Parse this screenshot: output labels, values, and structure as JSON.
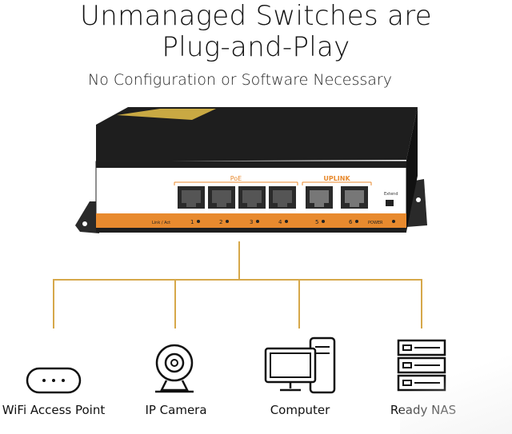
{
  "headline": {
    "line1": "Unmanaged Switches are",
    "line2": "Plug-and-Play",
    "subtitle": "No Configuration or Software Necessary"
  },
  "switch": {
    "poe_label": "PoE",
    "uplink_label": "UPLINK",
    "link_act_label": "Link / Act",
    "extend_label": "Extend",
    "power_label": "POWER",
    "port_numbers": [
      "1",
      "2",
      "3",
      "4",
      "5",
      "6"
    ],
    "colors": {
      "body": "#1c1c1c",
      "face": "#ffffff",
      "accent": "#e88a2e",
      "sticker": "#e8c24a"
    }
  },
  "devices": [
    {
      "label": "WiFi Access Point",
      "icon": "wifi-access-point-icon"
    },
    {
      "label": "IP Camera",
      "icon": "ip-camera-icon"
    },
    {
      "label": "Computer",
      "icon": "computer-icon"
    },
    {
      "label": "Ready NAS",
      "icon": "nas-icon"
    }
  ],
  "colors": {
    "connector": "#d6a84a"
  }
}
